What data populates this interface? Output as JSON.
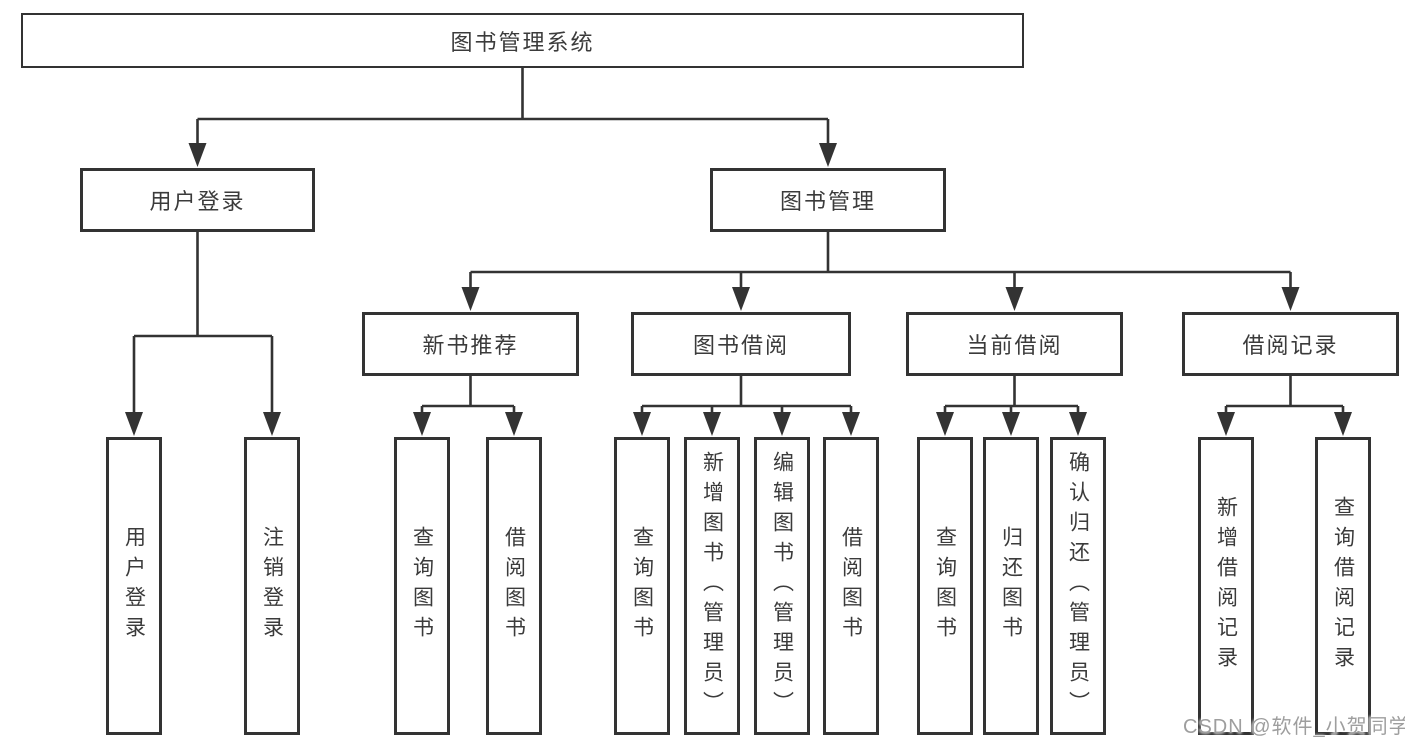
{
  "diagram_type": "hierarchy-tree",
  "colors": {
    "background": "#ffffff",
    "line": "#333333",
    "box_border": "#333333",
    "text": "#3b3b3b",
    "watermark_text": "#9e9e9e"
  },
  "nodes": {
    "root": "图书管理系统",
    "user_login": "用户登录",
    "book_management": "图书管理",
    "new_book_recommend": "新书推荐",
    "book_borrow": "图书借阅",
    "current_borrow": "当前借阅",
    "borrow_records": "借阅记录",
    "ul_user_login": "用户登录",
    "ul_logout": "注销登录",
    "nb_query_books": "查询图书",
    "nb_borrow_books": "借阅图书",
    "bb_query_books": "查询图书",
    "bb_add_books": "新增图书（管理员）",
    "bb_edit_books": "编辑图书（管理员）",
    "bb_borrow_books": "借阅图书",
    "cb_query_books": "查询图书",
    "cb_return_books": "归还图书",
    "cb_confirm_return": "确认归还（管理员）",
    "br_add_record": "新增借阅记录",
    "br_query_record": "查询借阅记录"
  },
  "watermark": {
    "text": "CSDN @软件_小贺同学"
  }
}
